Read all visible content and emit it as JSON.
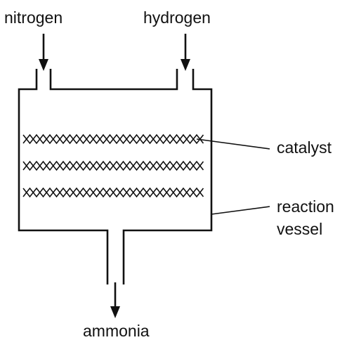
{
  "labels": {
    "nitrogen": "nitrogen",
    "hydrogen": "hydrogen",
    "catalyst": "catalyst",
    "reaction_vessel_line1": "reaction",
    "reaction_vessel_line2": "vessel",
    "ammonia": "ammonia"
  },
  "colors": {
    "stroke": "#111111",
    "background": "#ffffff"
  },
  "catalyst_layers": 3
}
